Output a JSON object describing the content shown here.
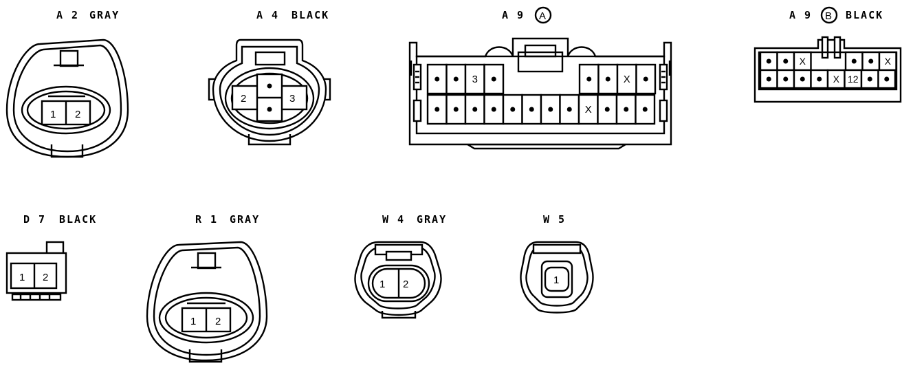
{
  "connectors": {
    "a2": {
      "code": "A 2",
      "color": "GRAY",
      "pins": [
        "1",
        "2"
      ]
    },
    "a4": {
      "code": "A 4",
      "color": "BLACK",
      "pins": [
        "2",
        "3"
      ]
    },
    "a9a": {
      "code": "A 9",
      "variant": "A",
      "top_marks": [
        "3",
        "X"
      ],
      "bottom_marks": [
        "X"
      ]
    },
    "a9b": {
      "code": "A 9",
      "variant": "B",
      "color": "BLACK",
      "top_marks": [
        "X",
        "X"
      ],
      "bottom_marks": [
        "X",
        "12"
      ]
    },
    "d7": {
      "code": "D 7",
      "color": "BLACK",
      "pins": [
        "1",
        "2"
      ]
    },
    "r1": {
      "code": "R 1",
      "color": "GRAY",
      "pins": [
        "1",
        "2"
      ]
    },
    "w4": {
      "code": "W 4",
      "color": "GRAY",
      "pins": [
        "1",
        "2"
      ]
    },
    "w5": {
      "code": "W 5",
      "pins": [
        "1"
      ]
    }
  }
}
